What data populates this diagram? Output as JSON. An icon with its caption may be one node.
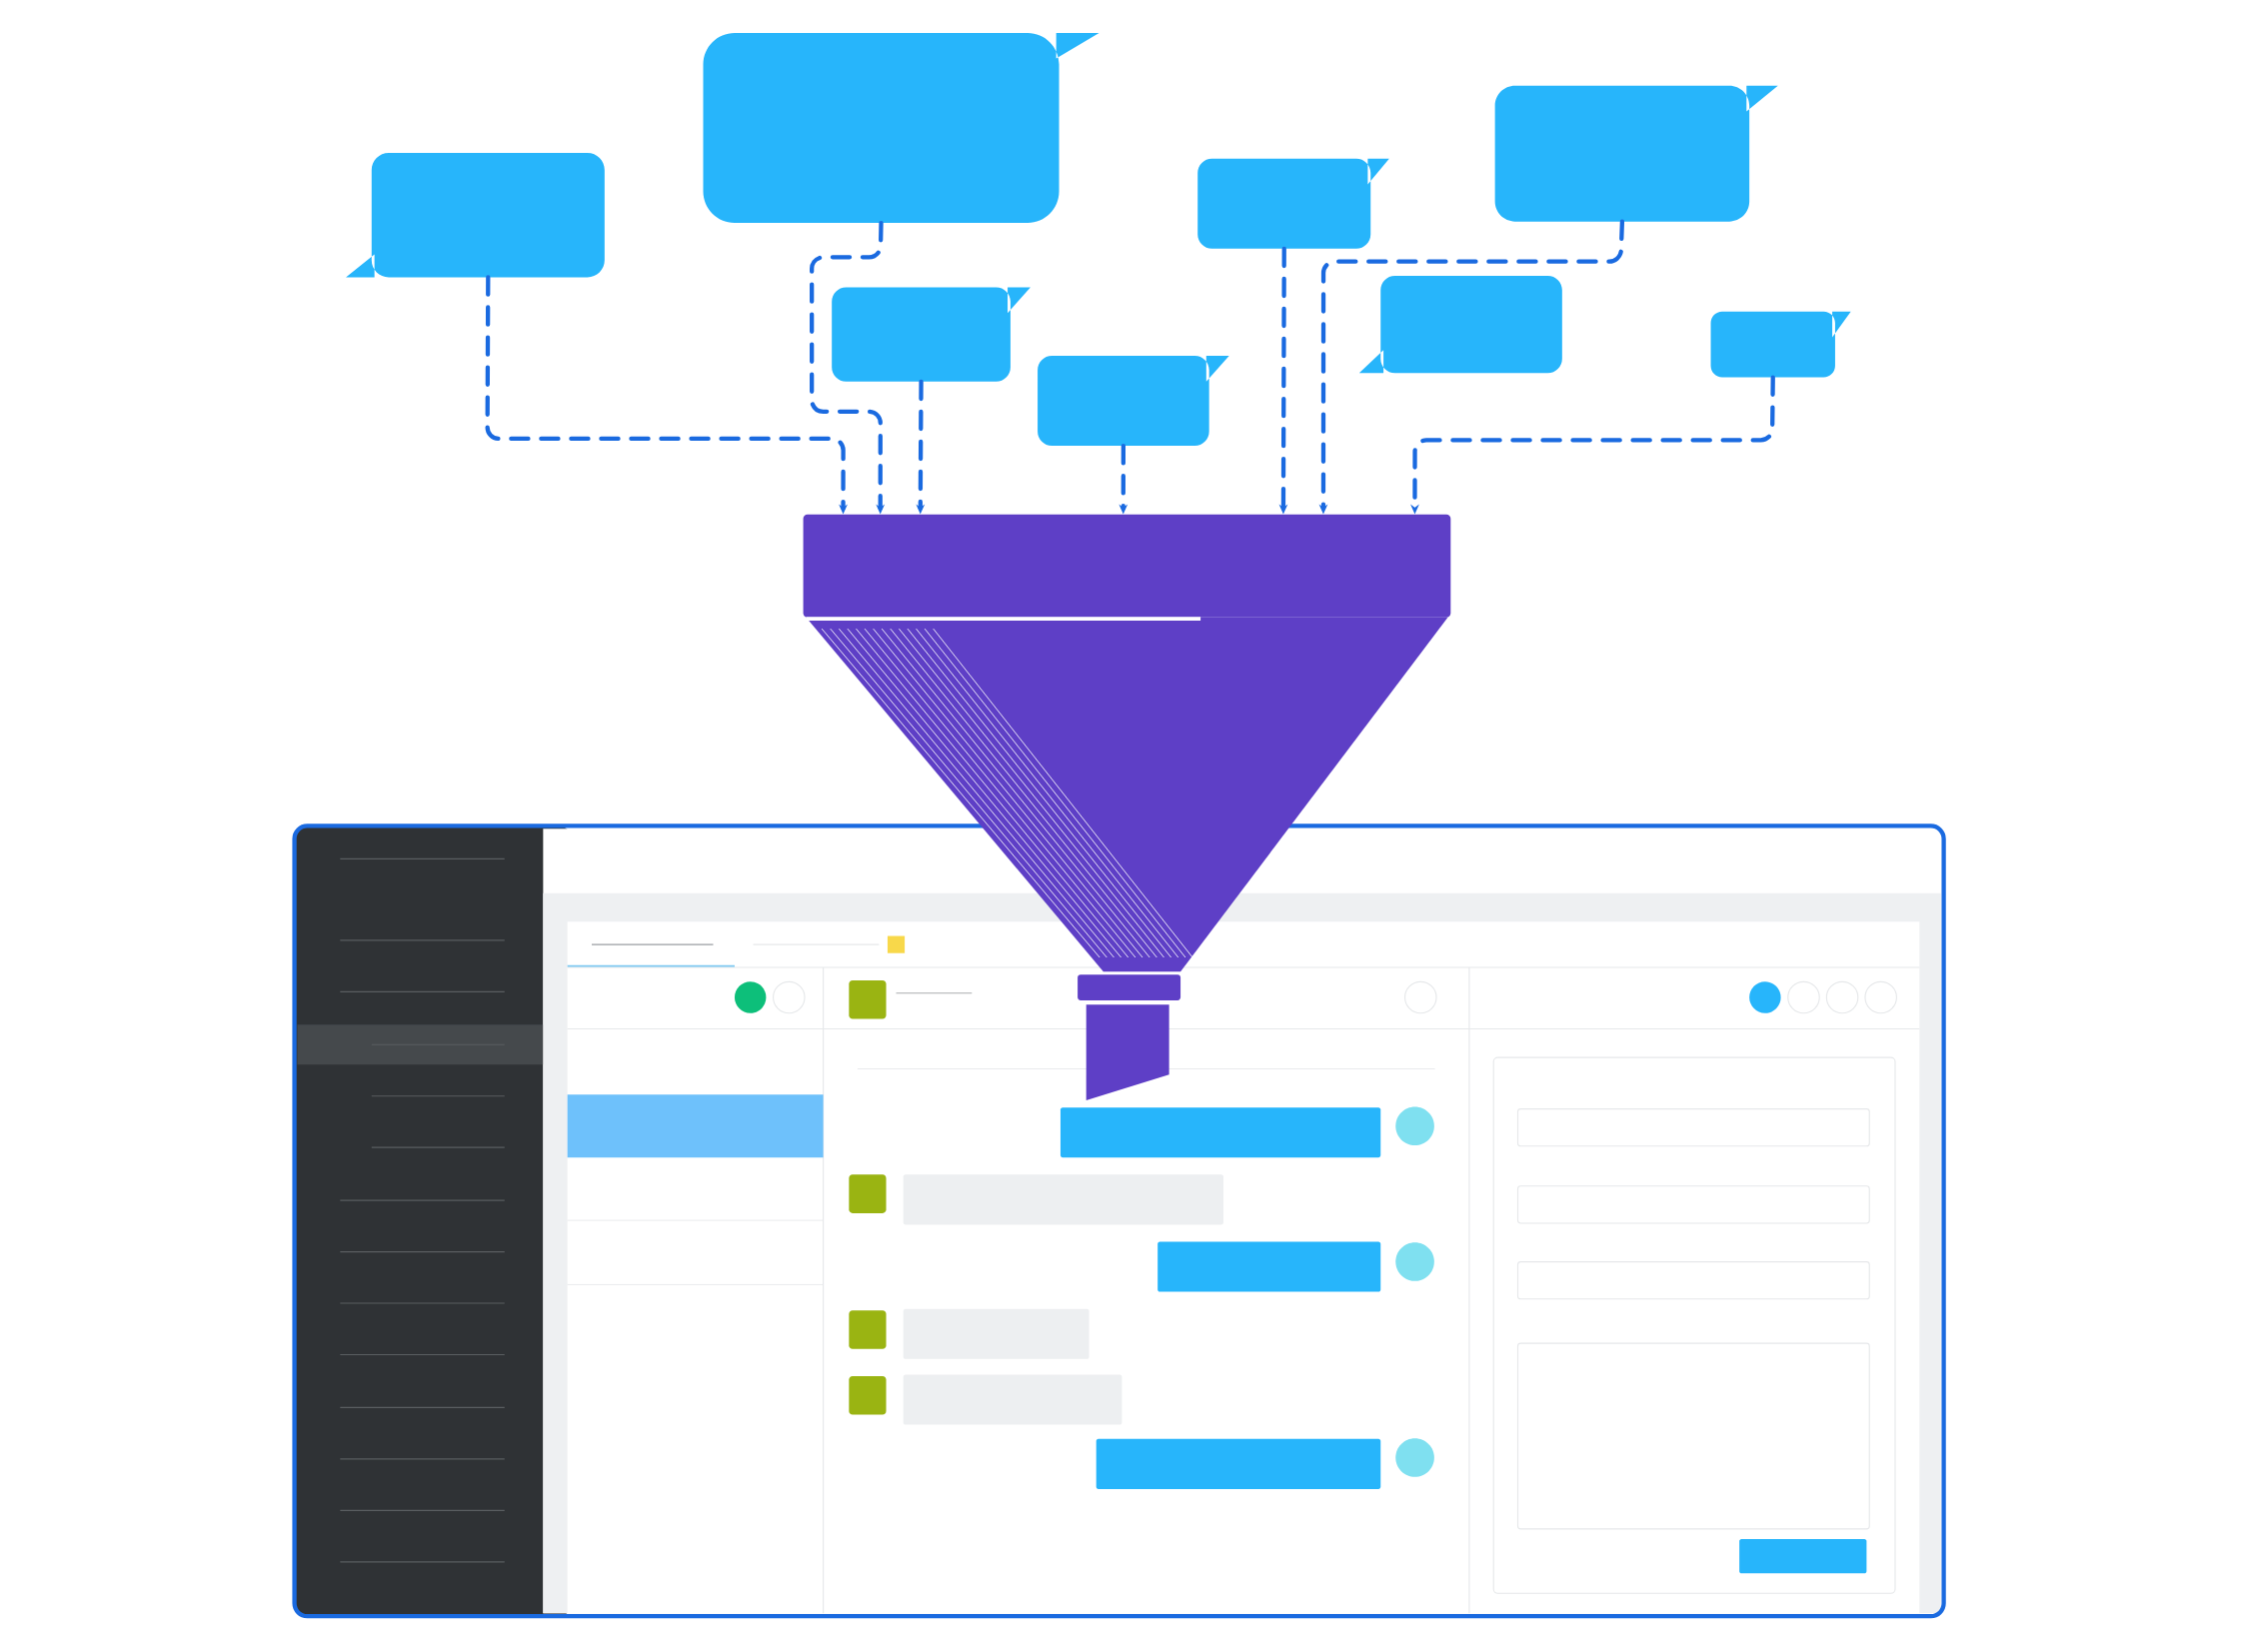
{
  "diagram": {
    "nodes": [
      {
        "text": [],
        "shape": "bubble"
      },
      {
        "text": [],
        "shape": "bubble"
      },
      {
        "text": [],
        "shape": "bubble"
      },
      {
        "text": [],
        "shape": "bubble"
      },
      {
        "text": [],
        "shape": "bubble"
      },
      {
        "text": [],
        "shape": "bubble"
      },
      {
        "text": [],
        "shape": "bubble"
      },
      {
        "text": [],
        "shape": "bubble"
      },
      {
        "text": [],
        "shape": "funnel"
      },
      {
        "text": [],
        "shape": "picture"
      }
    ],
    "edges": [
      {
        "from": 0,
        "to": 8,
        "arrow": "to"
      },
      {
        "from": 1,
        "to": 8,
        "arrow": "to"
      },
      {
        "from": 2,
        "to": 8,
        "arrow": "to"
      },
      {
        "from": 3,
        "to": 8,
        "arrow": "to"
      },
      {
        "from": 4,
        "to": 8,
        "arrow": "to"
      },
      {
        "from": 5,
        "to": 8,
        "arrow": "to"
      },
      {
        "from": 7,
        "to": 8,
        "arrow": "to"
      }
    ]
  }
}
